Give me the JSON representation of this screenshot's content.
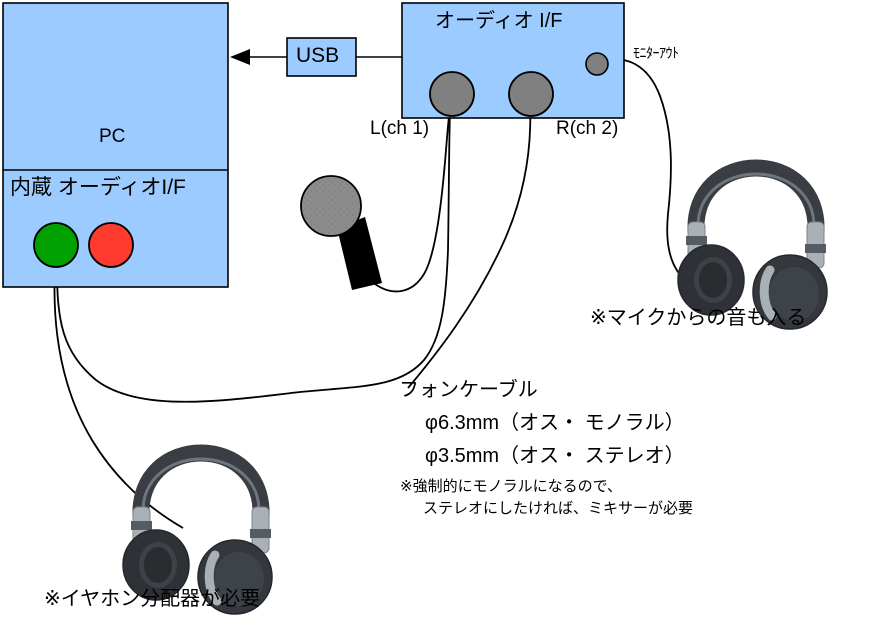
{
  "diagram": {
    "title_hidden": "",
    "colors": {
      "box_fill": "#9CCCFF",
      "box_stroke": "#000000",
      "jack_fill": "#808080",
      "led_green": "#00A000",
      "led_red": "#FF3B30",
      "cable": "#000000",
      "mic_body": "#000000",
      "mic_head": "#8C8C8C"
    },
    "pc_box": {
      "label": "PC",
      "sub_label": "内蔵 オーディオI/F",
      "led_green_name": "green-jack",
      "led_red_name": "red-jack"
    },
    "usb_box": {
      "label": "USB"
    },
    "audio_if_box": {
      "title": "オーディオ I/F",
      "jack_left_label": "L(ch 1)",
      "jack_right_label": "R(ch 2)",
      "monitor_out_label": "ﾓﾆﾀｰｱｳﾄ"
    },
    "notes": {
      "mic_note": "※マイクからの音も入る",
      "splitter_note": "※イヤホン分配器が必要"
    },
    "cable_spec": {
      "heading": "フォンケーブル",
      "line1": "φ6.3mm（オス・ モノラル）",
      "line2": "φ3.5mm（オス・ ステレオ）",
      "line3": "※強制的にモノラルになるので、",
      "line4": "ステレオにしたければ、ミキサーが必要"
    },
    "devices": {
      "microphone_name": "microphone",
      "headphones_right_name": "headphones-monitor",
      "headphones_left_name": "headphones-pc"
    }
  }
}
